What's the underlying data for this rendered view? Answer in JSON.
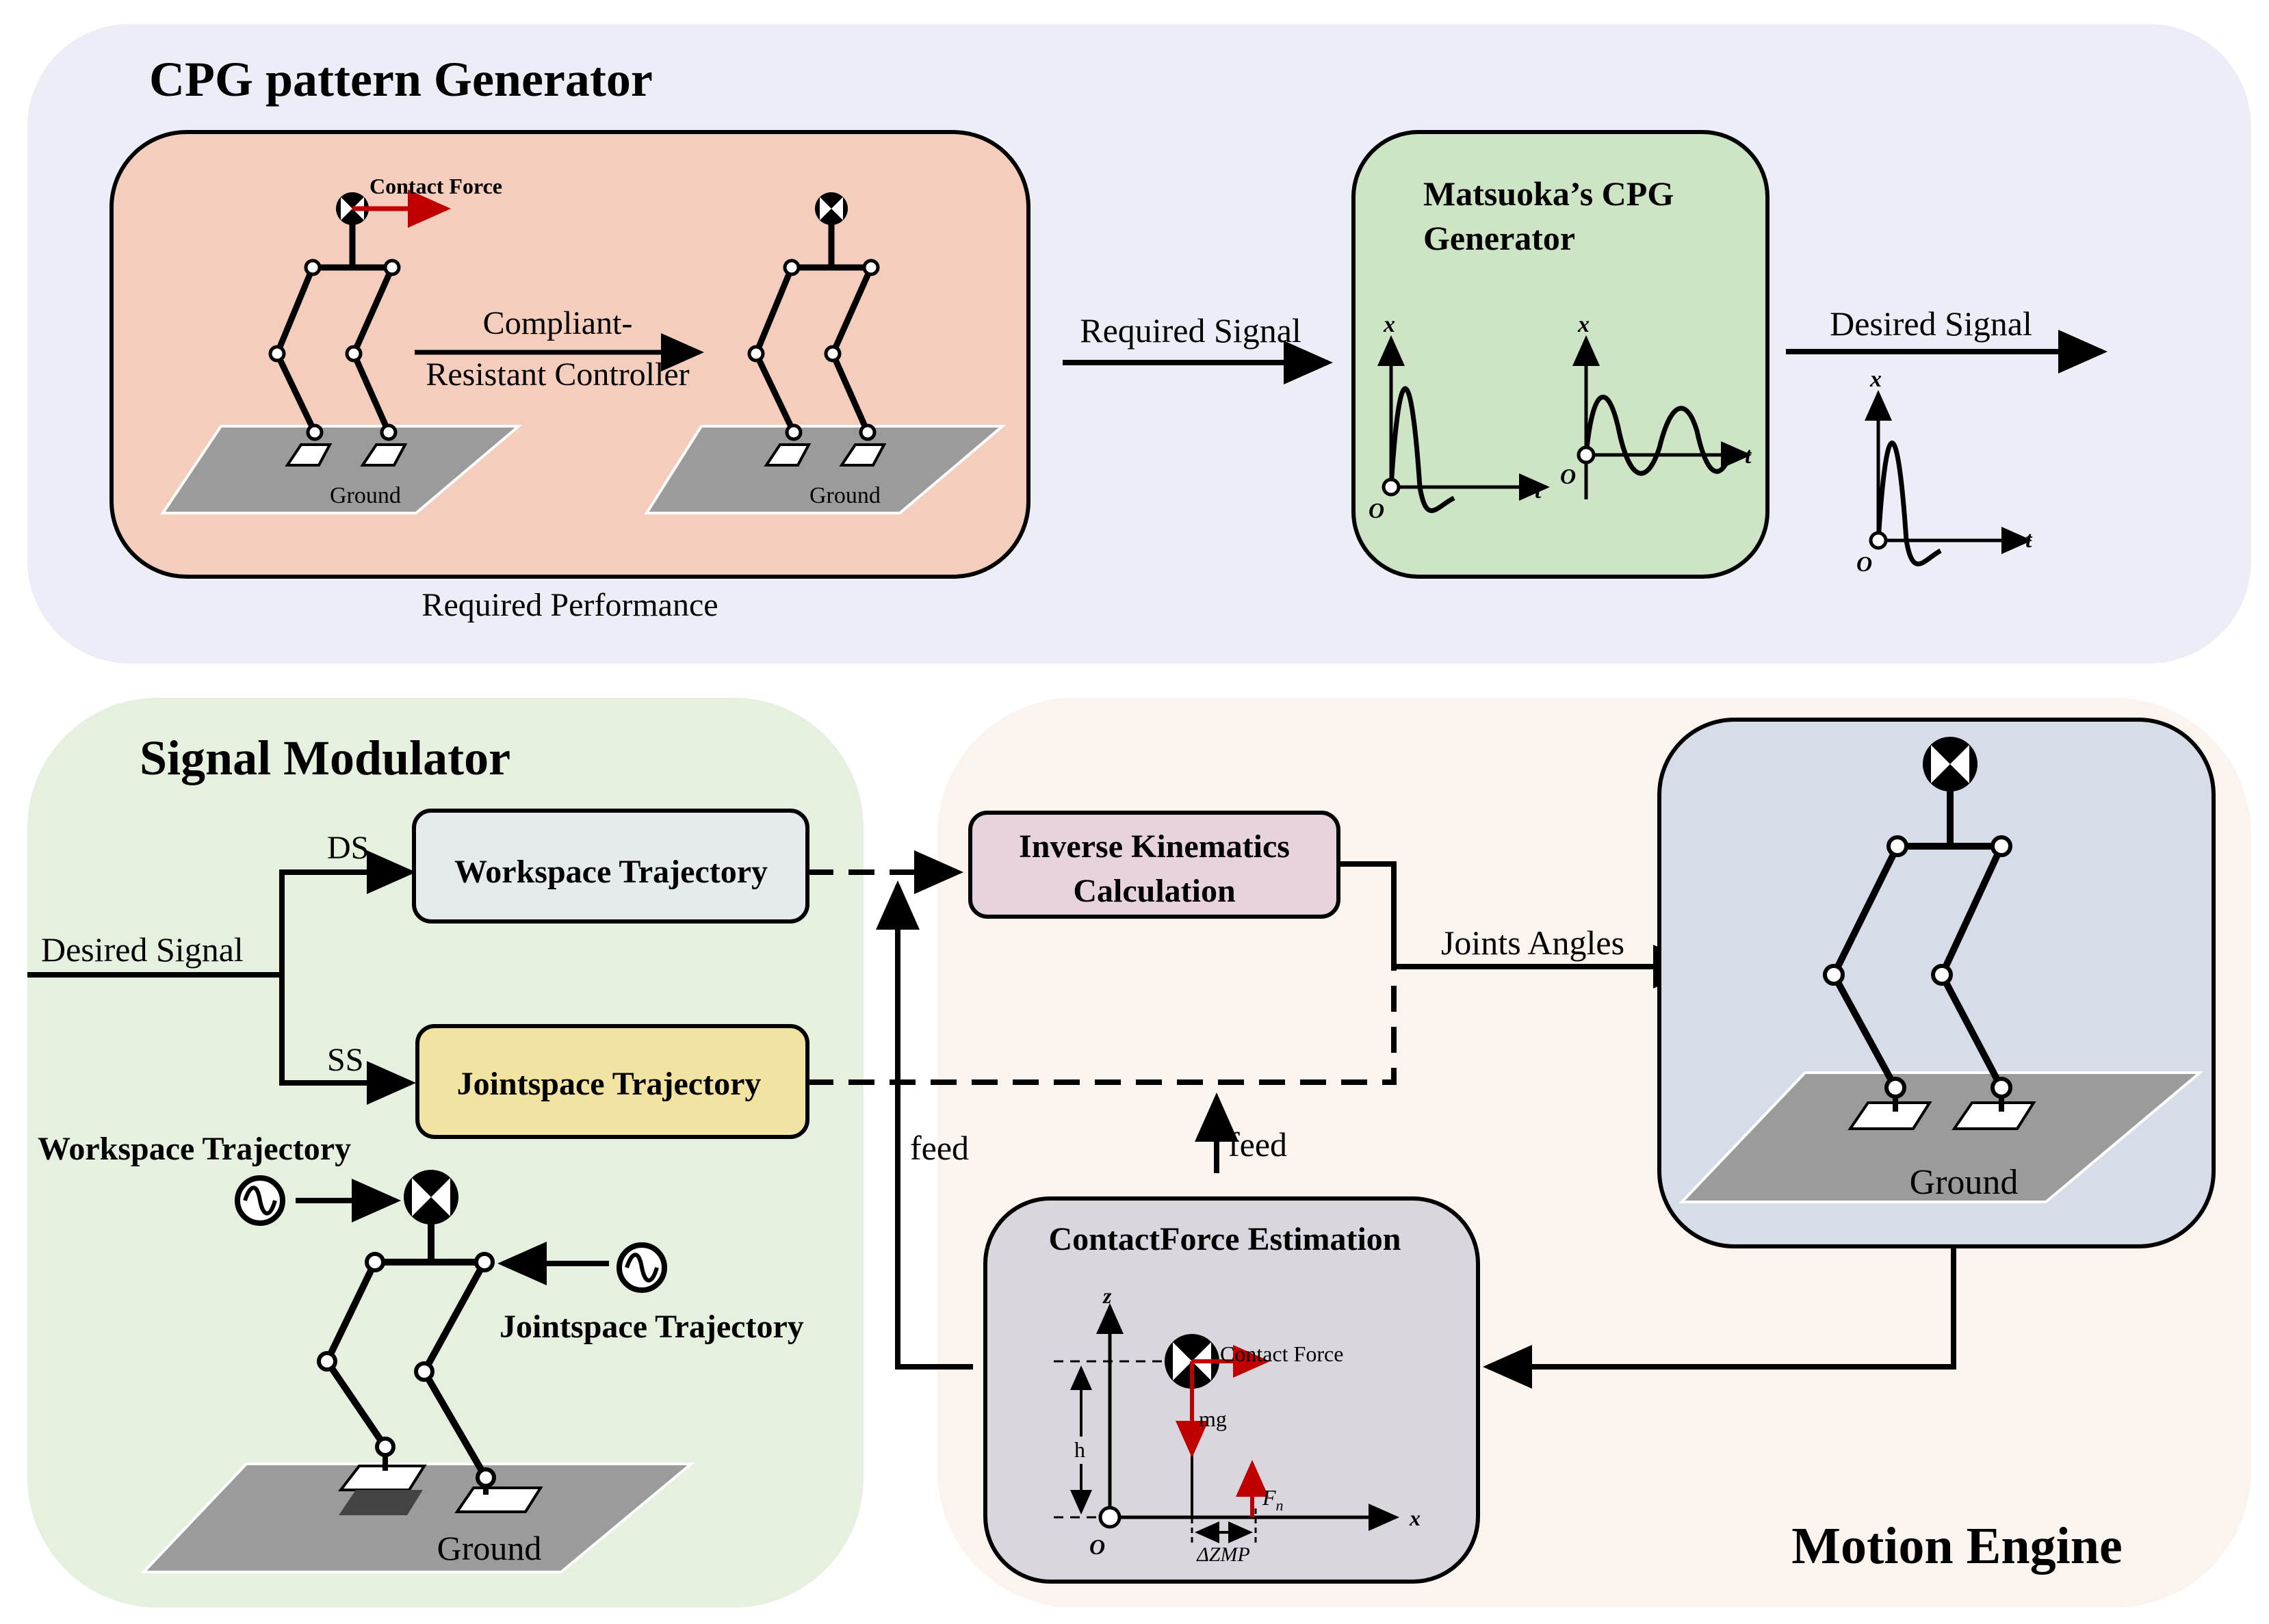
{
  "cpg": {
    "title": "CPG pattern Generator",
    "contact_force_label": "Contact Force",
    "controller_line1": "Compliant-",
    "controller_line2": "Resistant Controller",
    "ground_label": "Ground",
    "required_performance": "Required Performance",
    "required_signal": "Required Signal",
    "generator_title_line1": "Matsuoka’s CPG",
    "generator_title_line2": "Generator",
    "desired_signal": "Desired Signal",
    "axis_x": "x",
    "axis_t": "t",
    "axis_o": "O"
  },
  "modulator": {
    "title": "Signal Modulator",
    "input_label": "Desired Signal",
    "ds_label": "DS",
    "ss_label": "SS",
    "workspace_box": "Workspace Trajectory",
    "jointspace_box": "Jointspace Trajectory",
    "workspace_label": "Workspace Trajectory",
    "jointspace_label": "Jointspace Trajectory",
    "ground_label": "Ground"
  },
  "engine": {
    "title": "Motion Engine",
    "ik_line1": "Inverse Kinematics",
    "ik_line2": "Calculation",
    "joints_angles": "Joints Angles",
    "feed_left": "feed",
    "feed_right": "feed",
    "ground_label": "Ground",
    "estimation_title": "ContactForce Estimation",
    "contact_force_label": "Contact Force",
    "mg_label": "mg",
    "h_label": "h",
    "fn_label": "F",
    "fn_sub": "n",
    "zmp_label": "ΔZMP",
    "axis_z": "z",
    "axis_x": "x",
    "axis_o": "O"
  },
  "colors": {
    "cpg_panel": "#ededf7",
    "robot_box": "#f4cdbc",
    "generator_box": "#cde4c5",
    "modulator_panel": "#e6f0df",
    "engine_panel": "#fbf3ed",
    "workspace_box": "#e5eaec",
    "jointspace_box": "#f2e3a3",
    "ik_box": "#e6d3de",
    "robot_view_box": "#d6dde9",
    "estimation_box": "#d9d7dd",
    "ground": "#9b9b9b",
    "force_arrow": "#c00000"
  }
}
